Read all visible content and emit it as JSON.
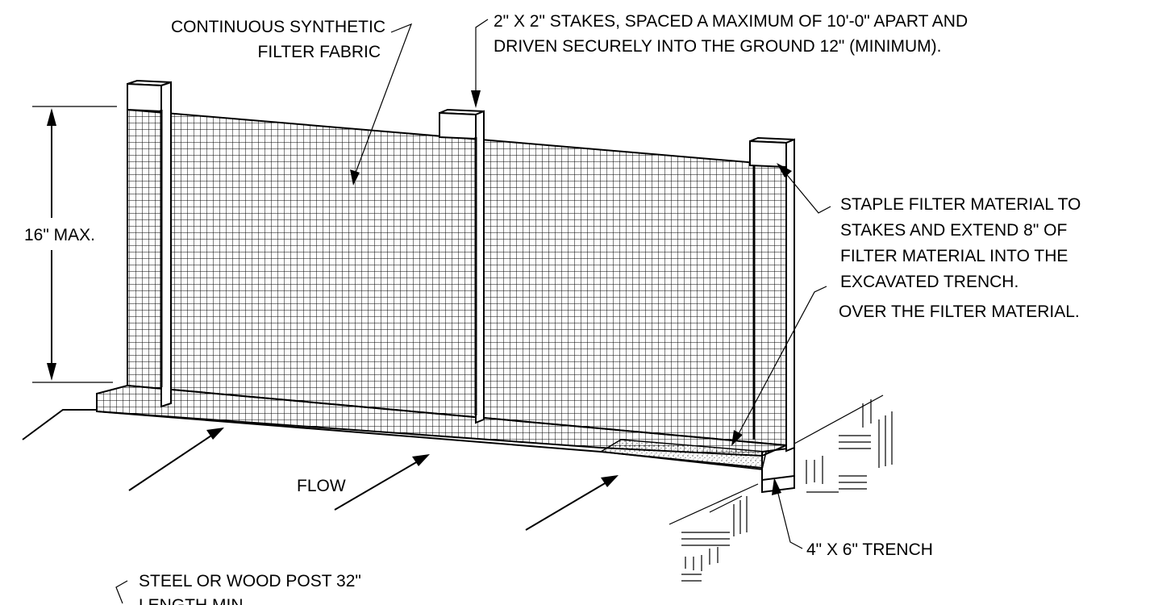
{
  "labels": {
    "fabric_line1": "CONTINUOUS SYNTHETIC",
    "fabric_line2": "FILTER FABRIC",
    "stakes_line1": "2\" X 2\" STAKES, SPACED A MAXIMUM OF 10'-0\" APART AND",
    "stakes_line2": "DRIVEN SECURELY INTO  THE GROUND 12\" (MINIMUM).",
    "staple_line1": "STAPLE FILTER MATERIAL TO",
    "staple_line2": "STAKES AND EXTEND 8\" OF",
    "staple_line3": "FILTER MATERIAL INTO THE",
    "staple_line4": "EXCAVATED TRENCH.",
    "over_filter": "OVER THE FILTER MATERIAL.",
    "height_dim": "16\" MAX.",
    "flow": "FLOW",
    "trench": "4\" X 6\" TRENCH",
    "post_line1": "STEEL OR WOOD POST 32\"",
    "post_line2": "LENGTH MIN."
  }
}
